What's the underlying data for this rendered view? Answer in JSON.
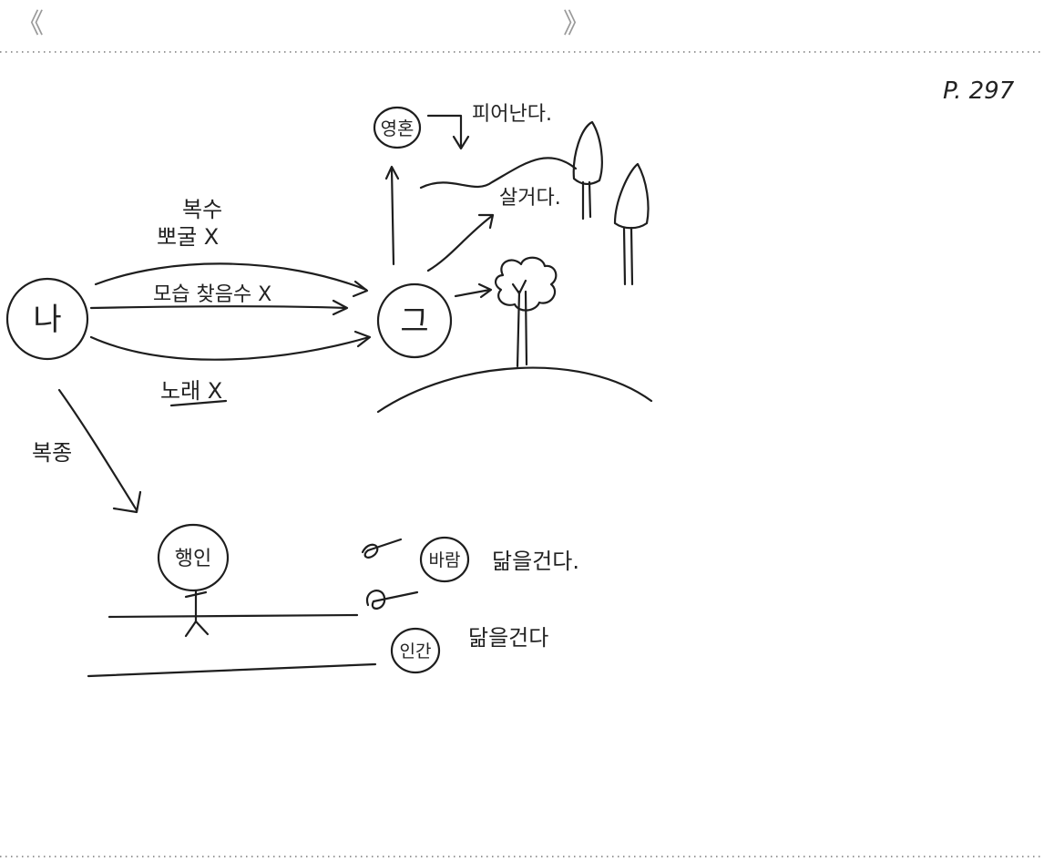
{
  "header": {
    "open_bracket": "《",
    "close_bracket": "》"
  },
  "page_ref": "P. 297",
  "nodes": {
    "me": "나",
    "him": "그",
    "soul": "영혼",
    "hermit": "행인",
    "wind": "바람",
    "human": "인간"
  },
  "labels": {
    "revenge": "복수",
    "ppilgul_x": "뽀굴 X",
    "find_face_x": "모습 찾음수 X",
    "song_x": "노래 X",
    "bokjong": "복종",
    "bloom": "피어난다.",
    "live": "살거다.",
    "wind_walk": "닮을건다.",
    "human_walk": "닮을건다"
  },
  "colors": {
    "ink": "#1e1e1e",
    "paper": "#ffffff",
    "rule": "#9a9a9a"
  }
}
